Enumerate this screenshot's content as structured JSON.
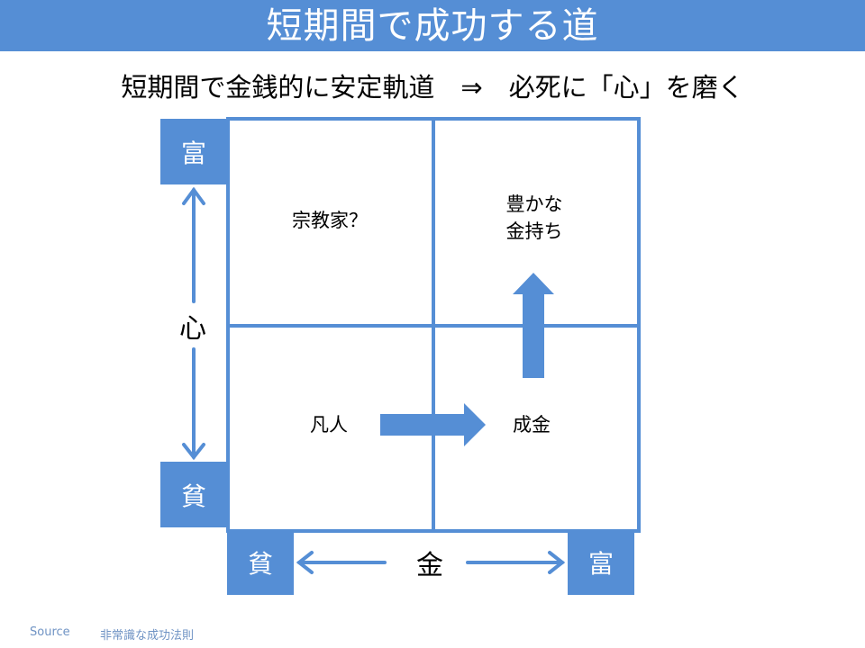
{
  "header": {
    "title": "短期間で成功する道"
  },
  "subtitle": "短期間で金銭的に安定軌道　⇒　必死に「心」を磨く",
  "quadrants": {
    "top_left": "宗教家？",
    "top_right_line1": "豊かな",
    "top_right_line2": "金持ち",
    "bottom_left": "凡人",
    "bottom_right": "成金"
  },
  "vertical_axis": {
    "label": "心",
    "top_box": "富",
    "bottom_box": "貧"
  },
  "horizontal_axis": {
    "label": "金",
    "left_box": "貧",
    "right_box": "富"
  },
  "flow_arrows": [
    {
      "from": "凡人",
      "to": "成金",
      "direction": "right"
    },
    {
      "from": "成金",
      "to": "豊かな金持ち",
      "direction": "up"
    }
  ],
  "footer": {
    "source_label": "Source",
    "source_text": "非常識な成功法則"
  },
  "colors": {
    "accent": "#558ED5",
    "footer_text": "#6F93C4"
  }
}
